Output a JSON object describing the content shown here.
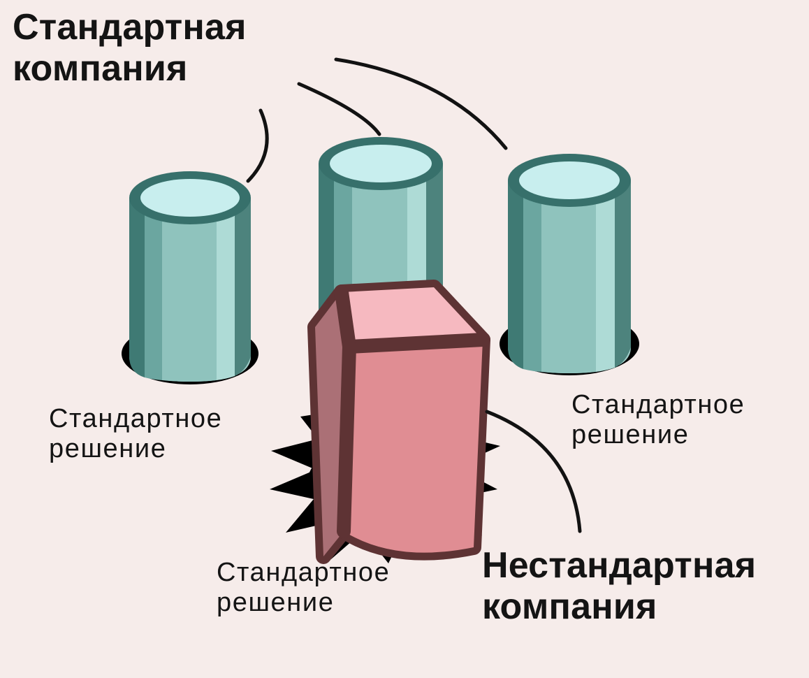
{
  "illustration": {
    "background_color": "#f6ecea",
    "text_color": "#141414",
    "title_standard": "Стандартная\nкомпания",
    "title_nonstandard": "Нестандартная\nкомпания",
    "label_solution_left": "Стандартное\nрешение",
    "label_solution_right": "Стандартное\nрешение",
    "label_solution_bottom": "Стандартное\nрешение"
  },
  "shapes": {
    "cylinder": {
      "name": "standard-solution-cylinder",
      "rim_stroke": "#37706b",
      "top_fill": "#c8eeee",
      "body_dark": "#50837e",
      "body_mid": "#7fb3ad",
      "body_light": "#9fcdc8",
      "body_highlight": "#b7e0dc",
      "hole_fill": "#000000",
      "count": 3
    },
    "box": {
      "name": "nonstandard-solution-box",
      "outline": "#5e3334",
      "top_fill": "#f6b9c0",
      "left_fill": "#ab7076",
      "front_fill": "#e08d93",
      "burst_fill": "#000000"
    },
    "connectors": {
      "name": "leader-line",
      "stroke": "#121212",
      "stroke_width": 5,
      "count": 4
    }
  }
}
